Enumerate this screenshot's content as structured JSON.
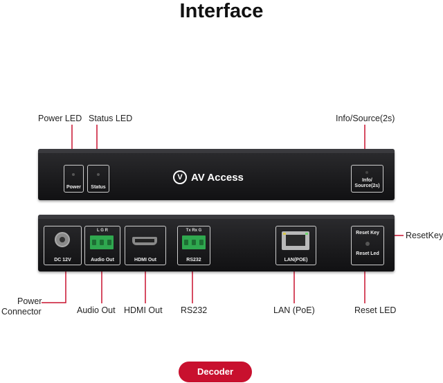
{
  "title": "Interface",
  "brand": {
    "logo_text": "AV Access",
    "logo_mark": "V"
  },
  "front_callouts": {
    "power_led": "Power LED",
    "status_led": "Status LED",
    "info_source": "Info/Source(2s)"
  },
  "front_panel": {
    "power_label": "Power",
    "status_label": "Status",
    "info_label_line1": "Info/",
    "info_label_line2": "Source(2s)"
  },
  "rear_panel": {
    "dc_label": "DC 12V",
    "audio_label": "Audio Out",
    "audio_pins": "L  G  R",
    "hdmi_label": "HDMI Out",
    "rs232_label": "RS232",
    "rs232_pins": "Tx  Rx  G",
    "lan_label": "LAN(POE)",
    "reset_key_label": "Reset Key",
    "reset_led_label": "Reset Led"
  },
  "rear_callouts": {
    "power_connector_line1": "Power",
    "power_connector_line2": "Connector",
    "audio_out": "Audio Out",
    "hdmi_out": "HDMI Out",
    "rs232": "RS232",
    "lan_poe": "LAN (PoE)",
    "reset_led": "Reset LED",
    "reset_key": "ResetKey"
  },
  "badge": "Decoder",
  "colors": {
    "accent": "#c8102e",
    "device": "#1f1f22",
    "terminal": "#2fa84f"
  }
}
